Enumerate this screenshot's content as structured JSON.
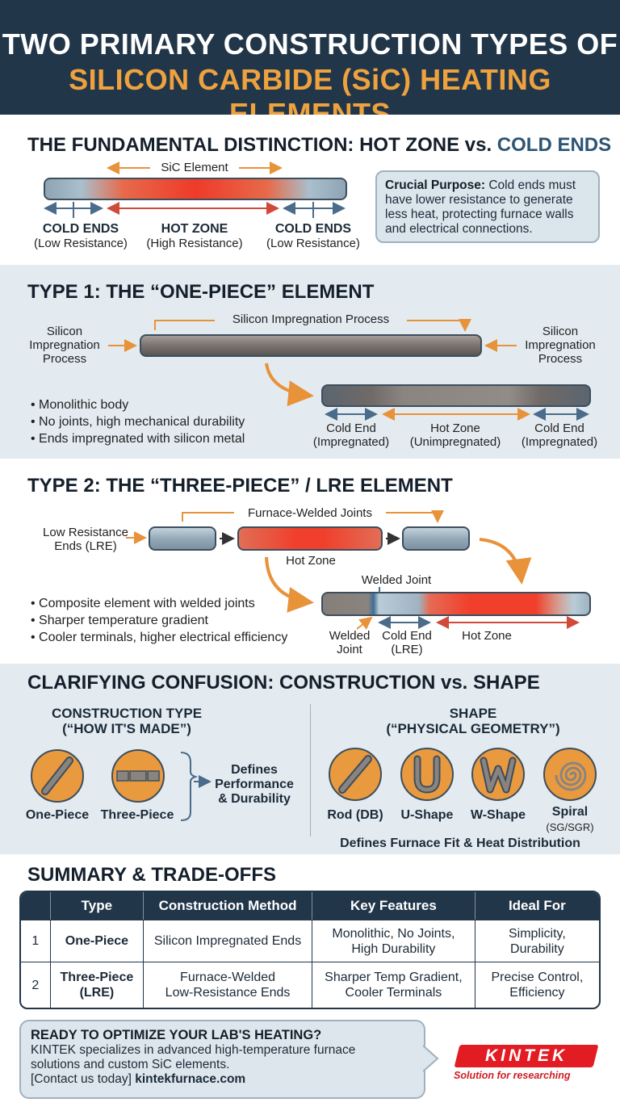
{
  "header": {
    "line1": "TWO PRIMARY CONSTRUCTION TYPES OF",
    "line2": "SILICON CARBIDE (SiC) HEATING ELEMENTS"
  },
  "section_fundamental": {
    "title_main": "THE FUNDAMENTAL DISTINCTION: HOT ZONE vs.",
    "title_accent": "COLD ENDS",
    "element_label": "SiC Element",
    "cold_left_title": "COLD ENDS",
    "cold_left_sub": "(Low Resistance)",
    "hot_title": "HOT ZONE",
    "hot_sub": "(High Resistance)",
    "cold_right_title": "COLD ENDS",
    "cold_right_sub": "(Low Resistance)",
    "callout_bold": "Crucial Purpose:",
    "callout_text": "Cold ends must have lower resistance to generate less heat, protecting furnace walls and electrical connections."
  },
  "section_type1": {
    "title": "TYPE 1: THE “ONE-PIECE” ELEMENT",
    "process_top": "Silicon Impregnation Process",
    "process_left": [
      "Silicon",
      "Impregnation",
      "Process"
    ],
    "process_right": [
      "Silicon",
      "Impregnation",
      "Process"
    ],
    "bullets": [
      "Monolithic body",
      "No joints, high mechanical durability",
      "Ends impregnated with silicon metal"
    ],
    "cold_end_left": [
      "Cold End",
      "(Impregnated)"
    ],
    "hot_zone": [
      "Hot Zone",
      "(Unimpregnated)"
    ],
    "cold_end_right": [
      "Cold End",
      "(Impregnated)"
    ]
  },
  "section_type2": {
    "title": "TYPE 2: THE “THREE-PIECE” / LRE ELEMENT",
    "joints_label": "Furnace-Welded Joints",
    "lre_label": [
      "Low Resistance",
      "Ends (LRE)"
    ],
    "hot_zone_label": "Hot Zone",
    "welded_joint_top": "Welded Joint",
    "bullets": [
      "Composite element with welded joints",
      "Sharper temperature gradient",
      "Cooler terminals, higher electrical efficiency"
    ],
    "welded_joint_bottom": [
      "Welded",
      "Joint"
    ],
    "cold_end_lre": [
      "Cold End",
      "(LRE)"
    ],
    "hot_zone_bottom": "Hot Zone"
  },
  "section_clarify": {
    "title": "CLARIFYING CONFUSION: CONSTRUCTION vs. SHAPE",
    "construction_title": "CONSTRUCTION TYPE",
    "construction_sub": "(“HOW IT'S MADE”)",
    "one_piece": "One-Piece",
    "three_piece": "Three-Piece",
    "defines_performance": [
      "Defines",
      "Performance",
      "& Durability"
    ],
    "shape_title": "SHAPE",
    "shape_sub": "(“PHYSICAL GEOMETRY”)",
    "shapes": [
      {
        "label": "Rod (DB)",
        "icon": "rod-icon"
      },
      {
        "label": "U-Shape",
        "icon": "u-shape-icon"
      },
      {
        "label": "W-Shape",
        "icon": "w-shape-icon"
      },
      {
        "label": "Spiral",
        "sub": "(SG/SGR)",
        "icon": "spiral-icon"
      }
    ],
    "defines_fit": "Defines Furnace Fit & Heat Distribution"
  },
  "summary": {
    "title": "SUMMARY & TRADE-OFFS",
    "headers": [
      "",
      "Type",
      "Construction Method",
      "Key Features",
      "Ideal For"
    ],
    "rows": [
      {
        "num": "1",
        "type": "One-Piece",
        "method": "Silicon Impregnated Ends",
        "features": [
          "Monolithic, No Joints,",
          "High Durability"
        ],
        "ideal": [
          "Simplicity,",
          "Durability"
        ]
      },
      {
        "num": "2",
        "type": [
          "Three-Piece",
          "(LRE)"
        ],
        "method": [
          "Furnace-Welded",
          "Low-Resistance Ends"
        ],
        "features": [
          "Sharper Temp Gradient,",
          "Cooler Terminals"
        ],
        "ideal": [
          "Precise Control,",
          "Efficiency"
        ]
      }
    ]
  },
  "cta": {
    "heading": "READY TO OPTIMIZE YOUR LAB'S HEATING?",
    "line1": "KINTEK specializes in advanced high-temperature furnace",
    "line2": "solutions and custom SiC elements.",
    "line3_prefix": "[Contact us today]",
    "line3_link": "kintekfurnace.com"
  },
  "logo": {
    "name": "KINTEK",
    "tagline": "Solution for researching",
    "color": "#e31b23"
  },
  "colors": {
    "navy": "#22364a",
    "orange": "#eea23e",
    "hot": "#ef3a2a"
  }
}
